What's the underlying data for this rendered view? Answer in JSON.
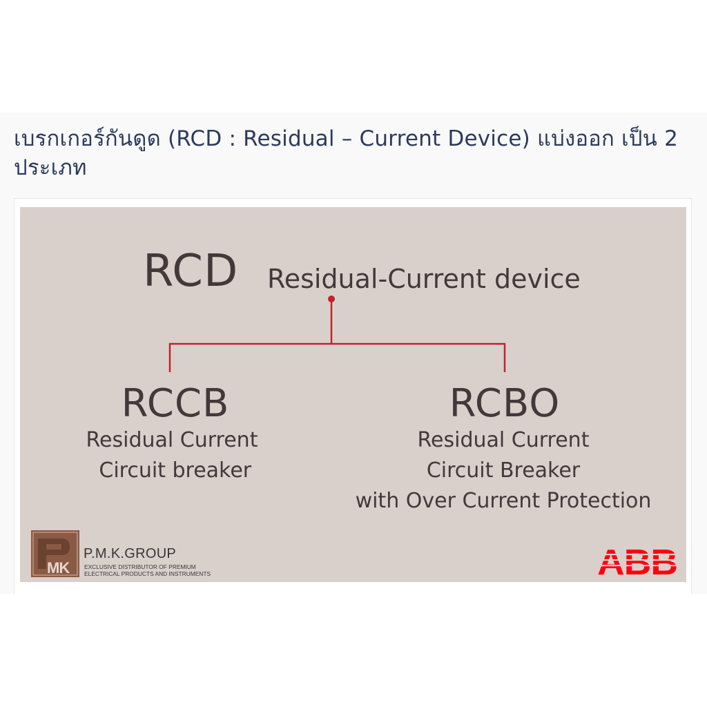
{
  "article": {
    "heading": "เบรกเกอร์กันดูด (RCD : Residual – Current Device) แบ่งออก เป็น 2 ประเภท"
  },
  "diagram": {
    "root": {
      "abbr": "RCD",
      "full": "Residual-Current device"
    },
    "children": [
      {
        "abbr": "RCCB",
        "description_lines": [
          "Residual Current",
          " Circuit breaker"
        ]
      },
      {
        "abbr": "RCBO",
        "description_lines": [
          "Residual Current",
          "Circuit Breaker",
          "with Over Current Protection"
        ]
      }
    ],
    "connector_color": "#c0242c"
  },
  "branding": {
    "company_logo_text": "PMK",
    "company_name": "P.M.K.GROUP",
    "company_tagline_lines": [
      "EXCLUSIVE DISTRIBUTOR OF PREMIUM",
      "ELECTRICAL PRODUCTS AND INSTRUMENTS"
    ],
    "brand_logo": "ABB",
    "brand_color": "#ff000f",
    "company_logo_color": "#8a5a45"
  },
  "colors": {
    "heading": "#2c3a5b",
    "figure_background": "#d9d0cc",
    "diagram_text": "#44383a"
  }
}
